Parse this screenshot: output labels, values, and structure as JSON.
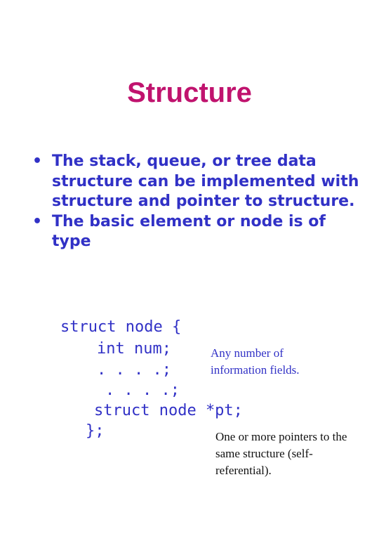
{
  "slide": {
    "title": "Structure",
    "bullets": [
      "The stack, queue, or tree data structure can be implemented with structure and pointer to structure.",
      "The basic element or node is of type"
    ],
    "bullet_marker": "•",
    "code": {
      "open": "struct node {",
      "line1": "int num;",
      "line2": ". . . .;",
      "line3": ". . . .;",
      "line4": "struct node *pt;",
      "close": "};"
    },
    "notes": {
      "fields": "Any number  of information fields.",
      "pointers": "One or more pointers to the same structure (self-referential)."
    },
    "colors": {
      "title": "#c0136e",
      "text": "#3131c6",
      "note_dark": "#111111"
    }
  }
}
